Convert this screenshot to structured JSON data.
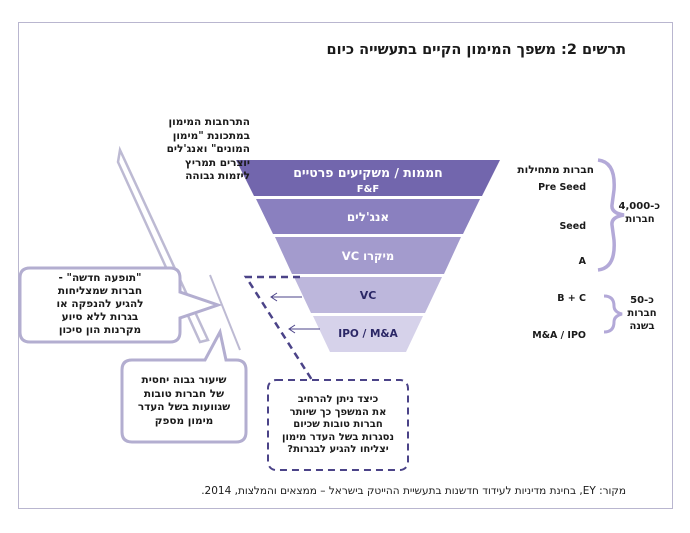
{
  "title": "תרשים 2: משפך המימון הקיים בתעשייה כיום",
  "funnel_layers": [
    {
      "label": "חממות / משקיעים פרטיים",
      "sublabel": "F&F"
    },
    {
      "label": "אנג'לים",
      "sublabel": ""
    },
    {
      "label": "מיקרו VC",
      "sublabel": ""
    },
    {
      "label": "VC",
      "sublabel": ""
    },
    {
      "label": "IPO / M&A",
      "sublabel": ""
    }
  ],
  "stages": {
    "startups_header": "חברות מתחילות",
    "pre_seed": "Pre Seed",
    "seed": "Seed",
    "a": "A",
    "b_c": "B + C",
    "ma_ipo": "M&A / IPO"
  },
  "counts": {
    "total": "כ-4,000 חברות",
    "per_year": "כ-50 חברות בשנה"
  },
  "notes": {
    "angels": "התרחבות המימון\nבמתכונת \"מימון\nהמונים\" ואנג'לים\nיוצרים תמריץ\nליזמות גבוהה",
    "new_phenomenon": "\"תופעה חדשה\" -\nחברות שמצליחות\nלהגיע להנפקה או\nבגרות ללא סיוע\nמקרנות הון סיכון",
    "high_rate": "שיעור גבוה יחסית\nשל חברות טובות\nשגוועות בשל העדר\nמימון מספק",
    "question": "כיצד ניתן להרחיב\nאת המשפך כך שיותר\nחברות טובות שכיום\nנסגרות בשל העדר מימון\nיצליחו להגיע לבגרות?"
  },
  "source": "מקור: EY, בחינת מדיניות לעידוד חדשנות בתעשיית ההייטק בישראל – ממצאים והמלצות, 2014.",
  "colors": {
    "layer1": "#7266ad",
    "layer2": "#8a80bf",
    "layer3": "#a39bcd",
    "layer4": "#bdb7dc",
    "layer5": "#d6d2ea",
    "outline": "#a8a3c7",
    "dashed": "#4b4388",
    "brace": "#b3a9d8"
  }
}
